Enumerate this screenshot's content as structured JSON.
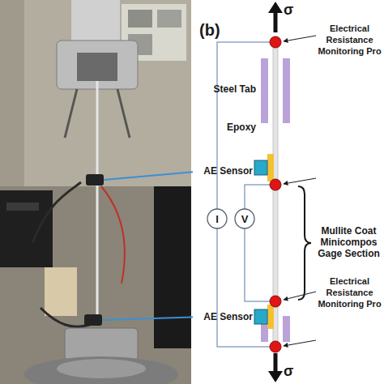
{
  "diagram": {
    "nodes": [
      {
        "text": [
          "I"
        ]
      },
      {
        "text": [
          "V"
        ]
      }
    ],
    "labels": [
      "(b)",
      "σ",
      "Electrical Resistance Monitoring Pro",
      "Steel Tab",
      "Epoxy",
      "AE Sensor",
      "Mullite Coat Minicompos Gage Section",
      "Electrical Resistance Monitoring Pro",
      "AE Sensor",
      "σ"
    ]
  }
}
